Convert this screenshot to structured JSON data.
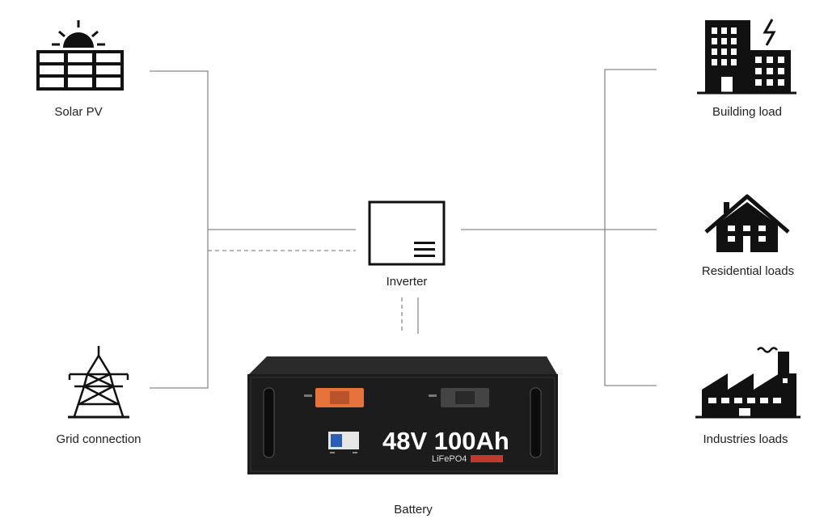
{
  "nodes": {
    "solar": "Solar PV",
    "grid": "Grid connection",
    "inverter": "Inverter",
    "battery": "Battery",
    "building": "Building load",
    "residential": "Residential loads",
    "industries": "Industries loads"
  },
  "battery_unit": {
    "rating": "48V 100Ah",
    "chemistry": "LiFePO4",
    "body_color": "#1c1c1c",
    "terminal_positive_color": "#e8733a",
    "terminal_negative_color": "#444444",
    "display_color": "#2a5fb8",
    "tag_color": "#c0392b"
  },
  "icons": {
    "solar": "solar-panel-icon",
    "grid": "transmission-tower-icon",
    "inverter": "inverter-icon",
    "building": "office-building-icon",
    "residential": "house-icon",
    "industries": "factory-icon"
  },
  "colors": {
    "line": "#8a8a8a",
    "icon": "#111111"
  }
}
